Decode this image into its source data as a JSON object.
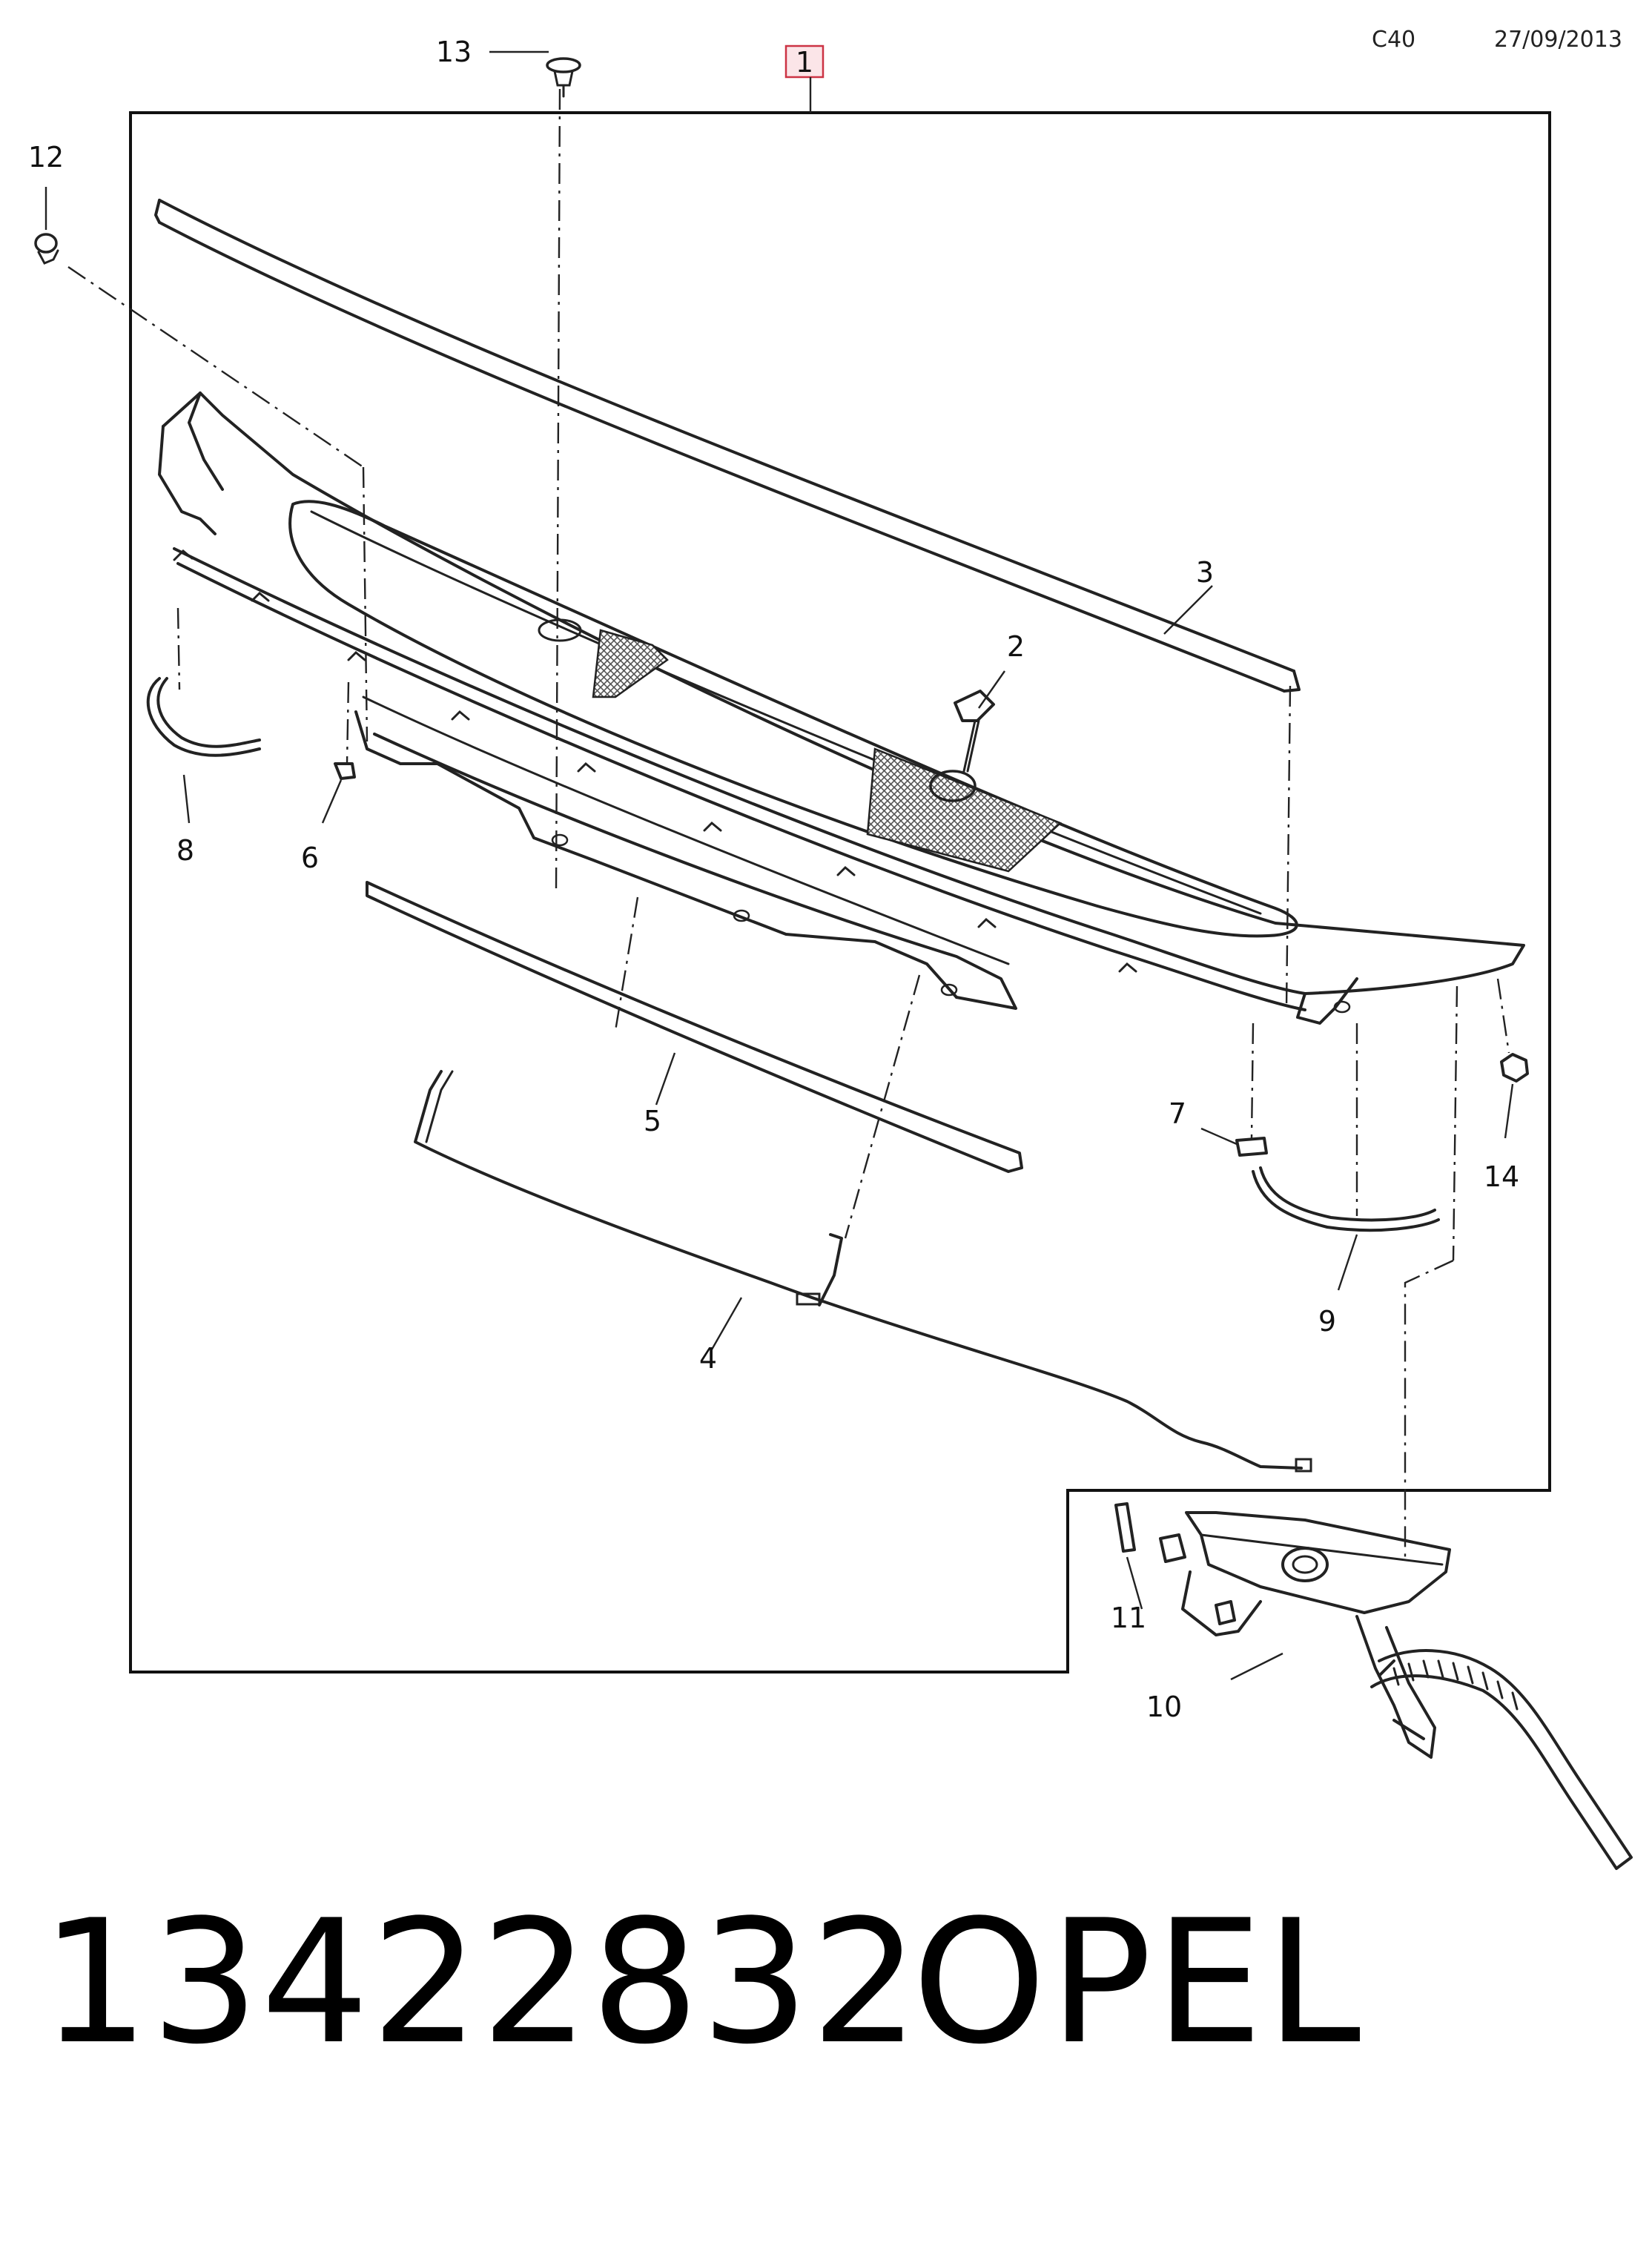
{
  "header": {
    "code": "C40",
    "date": "27/09/2013"
  },
  "assembly_label": "1",
  "callouts": [
    "2",
    "3",
    "4",
    "5",
    "6",
    "7",
    "8",
    "9",
    "10",
    "11",
    "12",
    "13",
    "14"
  ],
  "footer": {
    "part_number": "13422832",
    "brand": "OPEL"
  },
  "colors": {
    "line": "#222222",
    "assembly_box_border": "#cc3344",
    "assembly_box_fill": "#fbe5e8",
    "mesh": "#555555"
  }
}
